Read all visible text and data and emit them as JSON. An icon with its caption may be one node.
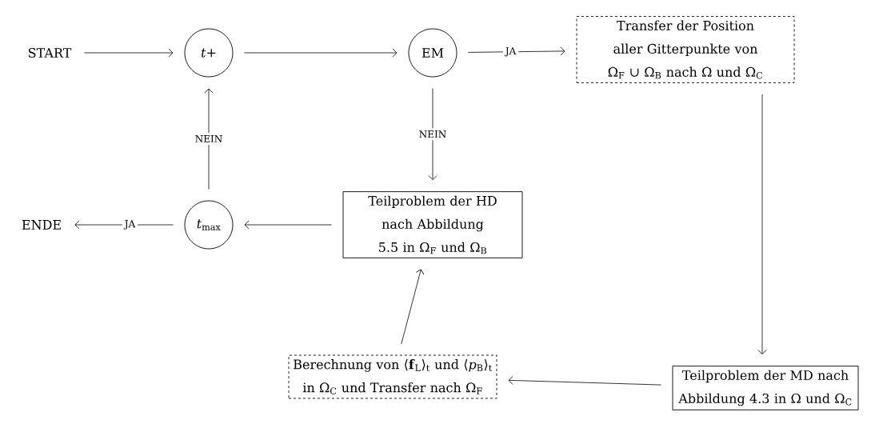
{
  "diagram": {
    "nodes": [
      {
        "text": [
          "START"
        ]
      },
      {
        "text": [
          "*t*+"
        ]
      },
      {
        "text": [
          "EM"
        ]
      },
      {
        "text": [
          "Transfer der Position aller Gitterpunkte von Ω$_{F}$ ∪ Ω$_{B}$ nach Ω und Ω$_{C}$"
        ]
      },
      {
        "text": [
          "ENDE"
        ]
      },
      {
        "text": [
          "*t*$_{max}$"
        ]
      },
      {
        "text": [
          "Teilproblem der HD nach Abbildung 5.5 in Ω$_{F}$ und Ω$_{B}$"
        ]
      },
      {
        "text": [
          "Berechnung von ⟨**f**$_{L}$⟩$_{t}$ und ⟨*p*$_{B}$⟩$_{t}$ in Ω$_{C}$ und Transfer nach Ω$_{F}$"
        ]
      },
      {
        "text": [
          "Teilproblem der MD nach Abbildung 4.3 in Ω und Ω$_{C}$"
        ]
      }
    ],
    "edges": [
      {
        "from": 0,
        "to": 1,
        "arrow": "to"
      },
      {
        "from": 1,
        "to": 2,
        "arrow": "to"
      },
      {
        "from": 2,
        "to": 3,
        "arrow": "to",
        "label": "JA"
      },
      {
        "from": 2,
        "to": 6,
        "arrow": "to",
        "label": "NEIN"
      },
      {
        "from": 5,
        "to": 1,
        "arrow": "to",
        "label": "NEIN"
      },
      {
        "from": 5,
        "to": 4,
        "arrow": "to",
        "label": "JA"
      },
      {
        "from": 6,
        "to": 5,
        "arrow": "to"
      },
      {
        "from": 3,
        "to": 8,
        "arrow": "to"
      },
      {
        "from": 8,
        "to": 7,
        "arrow": "to"
      },
      {
        "from": 7,
        "to": 6,
        "arrow": "to"
      }
    ]
  }
}
